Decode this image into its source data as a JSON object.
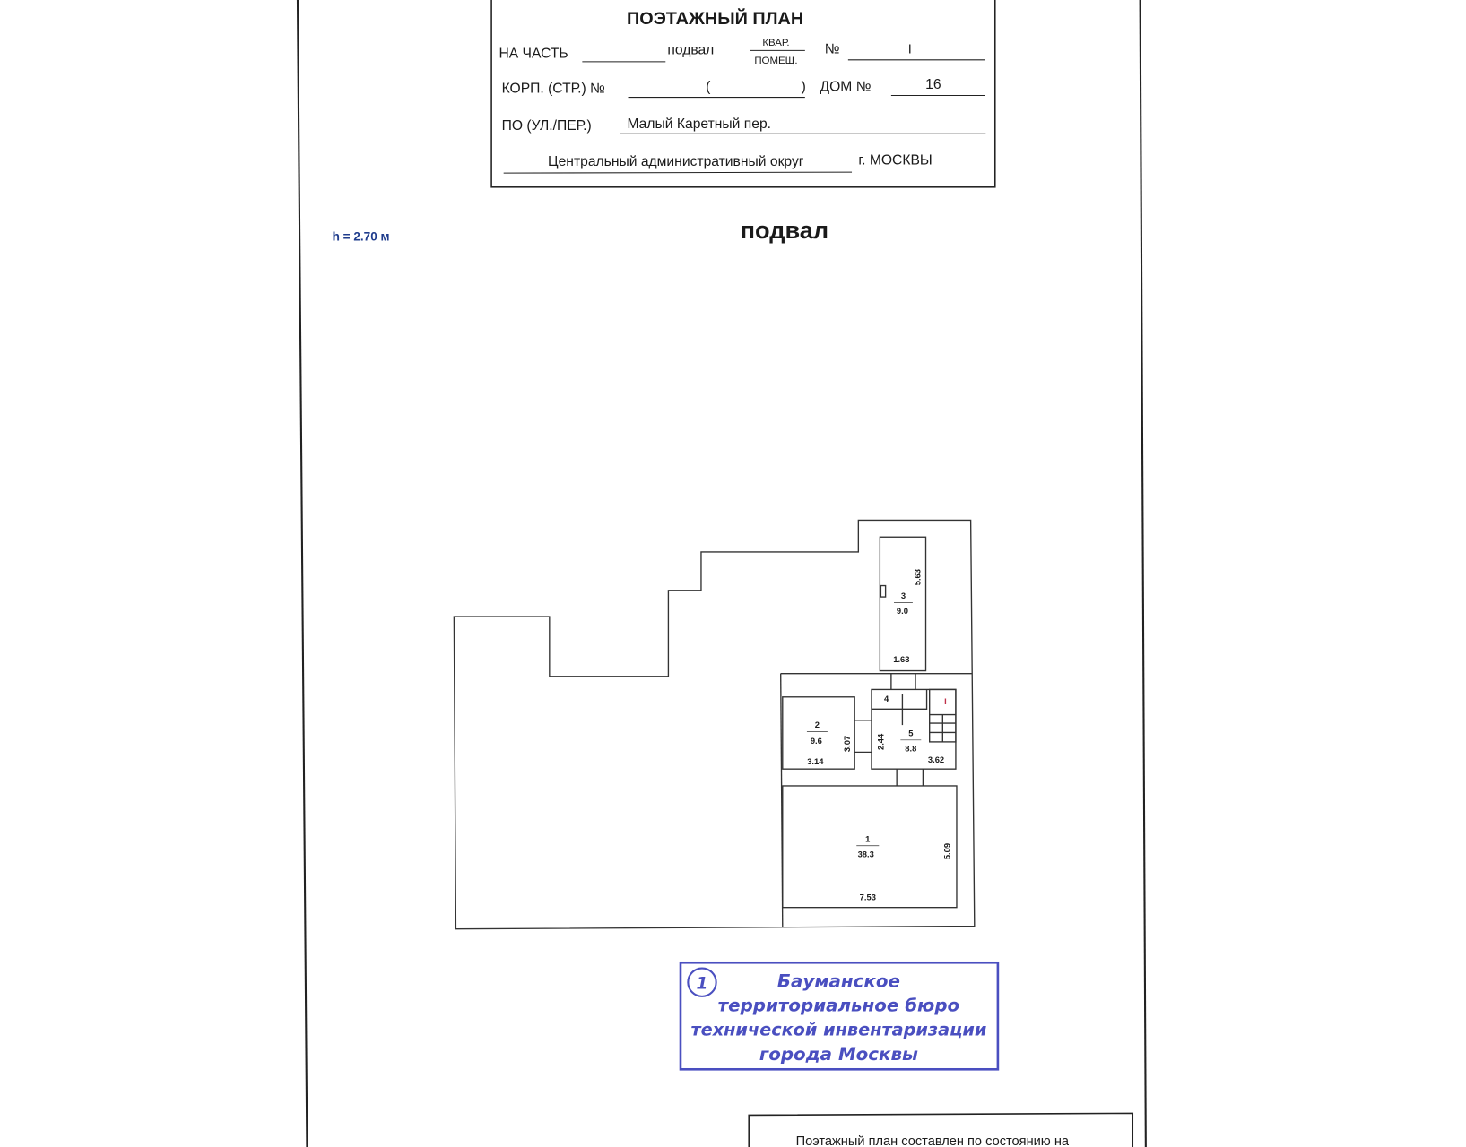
{
  "header": {
    "title": "ПОЭТАЖНЫЙ ПЛАН",
    "part_label": "НА ЧАСТЬ",
    "part_value": "подвал",
    "unit_type_top": "КВАР.",
    "unit_type_bottom": "ПОМЕЩ.",
    "number_label": "№",
    "number_value": "I",
    "building_label": "КОРП. (СТР.) №",
    "building_open": "(",
    "building_close": ")",
    "house_label": "ДОМ №",
    "house_value": "16",
    "street_label": "ПО (УЛ./ПЕР.)",
    "street_value": "Малый Каретный пер.",
    "district_value": "Центральный административный округ",
    "city_value": "г. МОСКВЫ"
  },
  "ceiling_height": "h = 2.70 м",
  "floor_title": "подвал",
  "rooms": [
    {
      "number": "1",
      "area": "38.3",
      "width": "7.53",
      "depth": "5.09"
    },
    {
      "number": "2",
      "area": "9.6",
      "width": "3.14",
      "depth": "3.07"
    },
    {
      "number": "3",
      "area": "9.0",
      "width": "1.63",
      "depth": "5.63"
    },
    {
      "number": "4"
    },
    {
      "number": "5",
      "area": "8.8",
      "width": "3.62",
      "depth": "2.44"
    }
  ],
  "stair_marker": "I",
  "stamp": {
    "number": "1",
    "lines": [
      "Бауманское",
      "территориальное бюро",
      "технической инвентаризации",
      "города Москвы"
    ]
  },
  "footer_note": "Поэтажный план составлен по состоянию на",
  "colors": {
    "stamp": "#4a4fc0",
    "height_label": "#1f3c8c",
    "stair_marker": "#c0304a"
  }
}
